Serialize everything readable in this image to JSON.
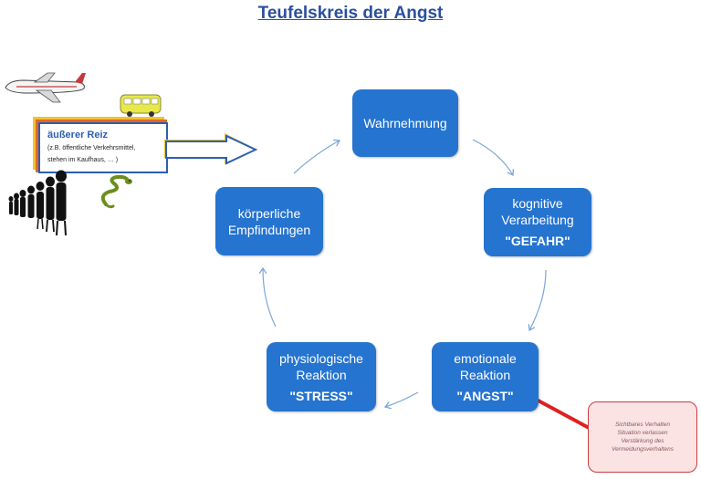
{
  "title": "Teufelskreis der Angst",
  "cycle": [
    {
      "lines": [
        "Wahrnehmung"
      ],
      "emphasis": ""
    },
    {
      "lines": [
        "kognitive",
        "Verarbeitung"
      ],
      "emphasis": "\"GEFAHR\""
    },
    {
      "lines": [
        "emotionale",
        "Reaktion"
      ],
      "emphasis": "\"ANGST\""
    },
    {
      "lines": [
        "physiologische",
        "Reaktion"
      ],
      "emphasis": "\"STRESS\""
    },
    {
      "lines": [
        "körperliche",
        "Empfindungen"
      ],
      "emphasis": ""
    }
  ],
  "trigger": {
    "title": "äußerer Reiz",
    "subtitle_lines": [
      "(z.B. öffentliche Verkehrsmittel,",
      "stehen im Kaufhaus, … )"
    ]
  },
  "note": {
    "lines": [
      "Sichtbares Verhalten",
      "Situation verlassen",
      "Verstärkung des",
      "Vermeidungsverhaltens"
    ]
  },
  "colors": {
    "node_fill": "#2574d0",
    "cycle_arrow": "#7aa7d8",
    "trigger_border": "#2b5fb0",
    "note_fill": "#fbe3e3",
    "note_arrow": "#e02020"
  },
  "illustrations": [
    "airplane-icon",
    "bus-icon",
    "snake-icon",
    "people-queue-icon"
  ]
}
